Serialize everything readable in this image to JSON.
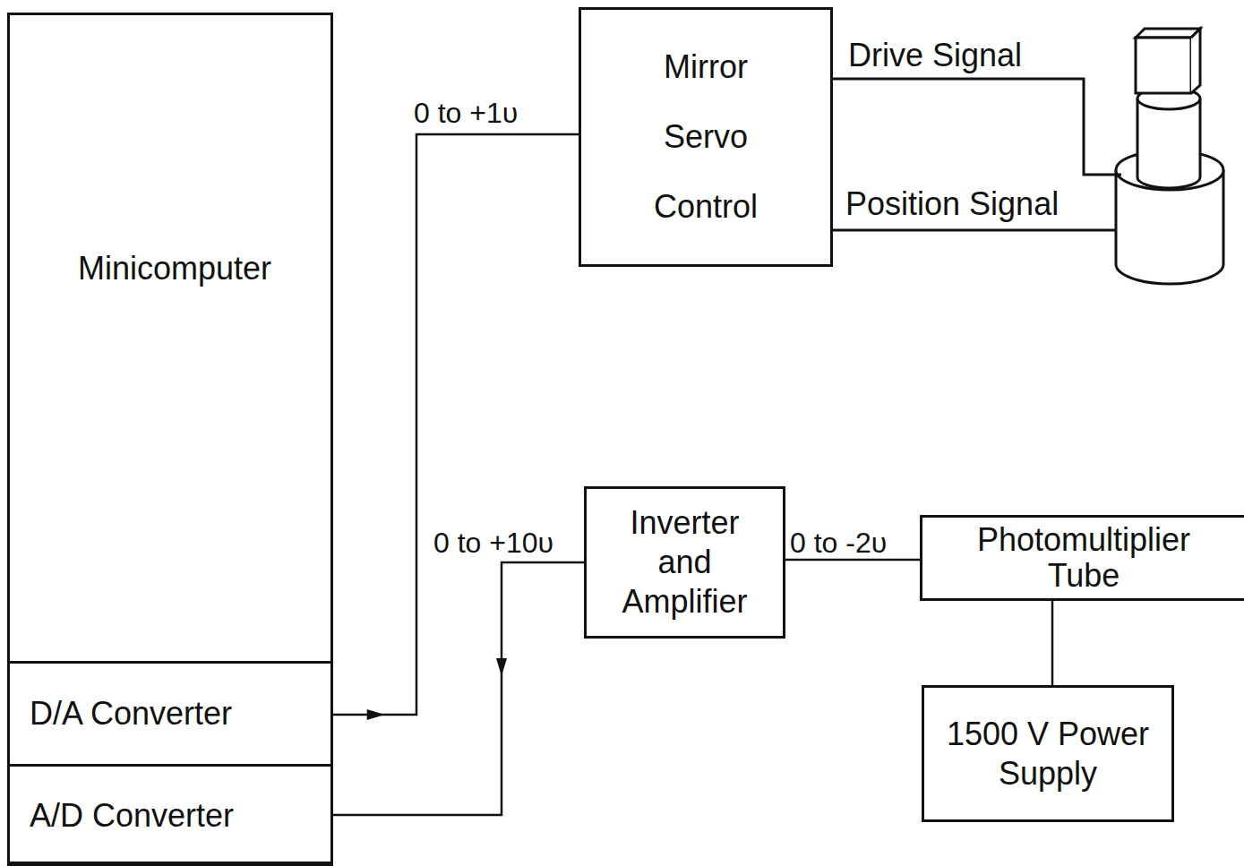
{
  "diagram": {
    "nodes": [
      {
        "text": [
          "Minicomputer"
        ]
      },
      {
        "text": [
          "D/A Converter"
        ],
        "in": 0
      },
      {
        "text": [
          "A/D Converter"
        ],
        "in": 0
      },
      {
        "text": [
          "Mirror Servo Control"
        ]
      },
      {
        "text": [
          "Inverter and Amplifier"
        ]
      },
      {
        "text": [
          "Photomultiplier Tube"
        ]
      },
      {
        "text": [
          "1500 V Power Supply"
        ]
      }
    ],
    "edges": [
      {
        "from": 1,
        "to": 3,
        "arrow": "to",
        "label": "0 to +1υ"
      },
      {
        "from": 4,
        "to": 2,
        "arrow": "to",
        "label": "0 to +10υ"
      },
      {
        "from": 5,
        "to": 4,
        "arrow": "none",
        "label": "0 to -2υ"
      },
      {
        "from": 6,
        "to": 5,
        "arrow": "none"
      }
    ],
    "labels": [
      "Drive Signal",
      "Position Signal"
    ]
  }
}
